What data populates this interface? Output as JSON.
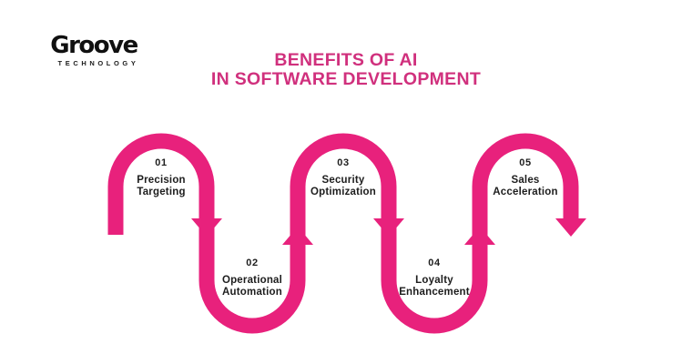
{
  "logo": {
    "brand": "Groove",
    "subtitle": "TECHNOLOGY"
  },
  "title": {
    "line1": "BENEFITS OF AI",
    "line2": "IN SOFTWARE DEVELOPMENT",
    "color": "#D0307D"
  },
  "flow": {
    "accent_color": "#E8217C",
    "steps": [
      {
        "number": "01",
        "label_lines": [
          "Precision",
          "Targeting"
        ],
        "position": "top"
      },
      {
        "number": "02",
        "label_lines": [
          "Operational",
          "Automation"
        ],
        "position": "bottom"
      },
      {
        "number": "03",
        "label_lines": [
          "Security",
          "Optimization"
        ],
        "position": "top"
      },
      {
        "number": "04",
        "label_lines": [
          "Loyalty",
          "Enhancement"
        ],
        "position": "bottom"
      },
      {
        "number": "05",
        "label_lines": [
          "Sales",
          "Acceleration"
        ],
        "position": "top"
      }
    ]
  }
}
